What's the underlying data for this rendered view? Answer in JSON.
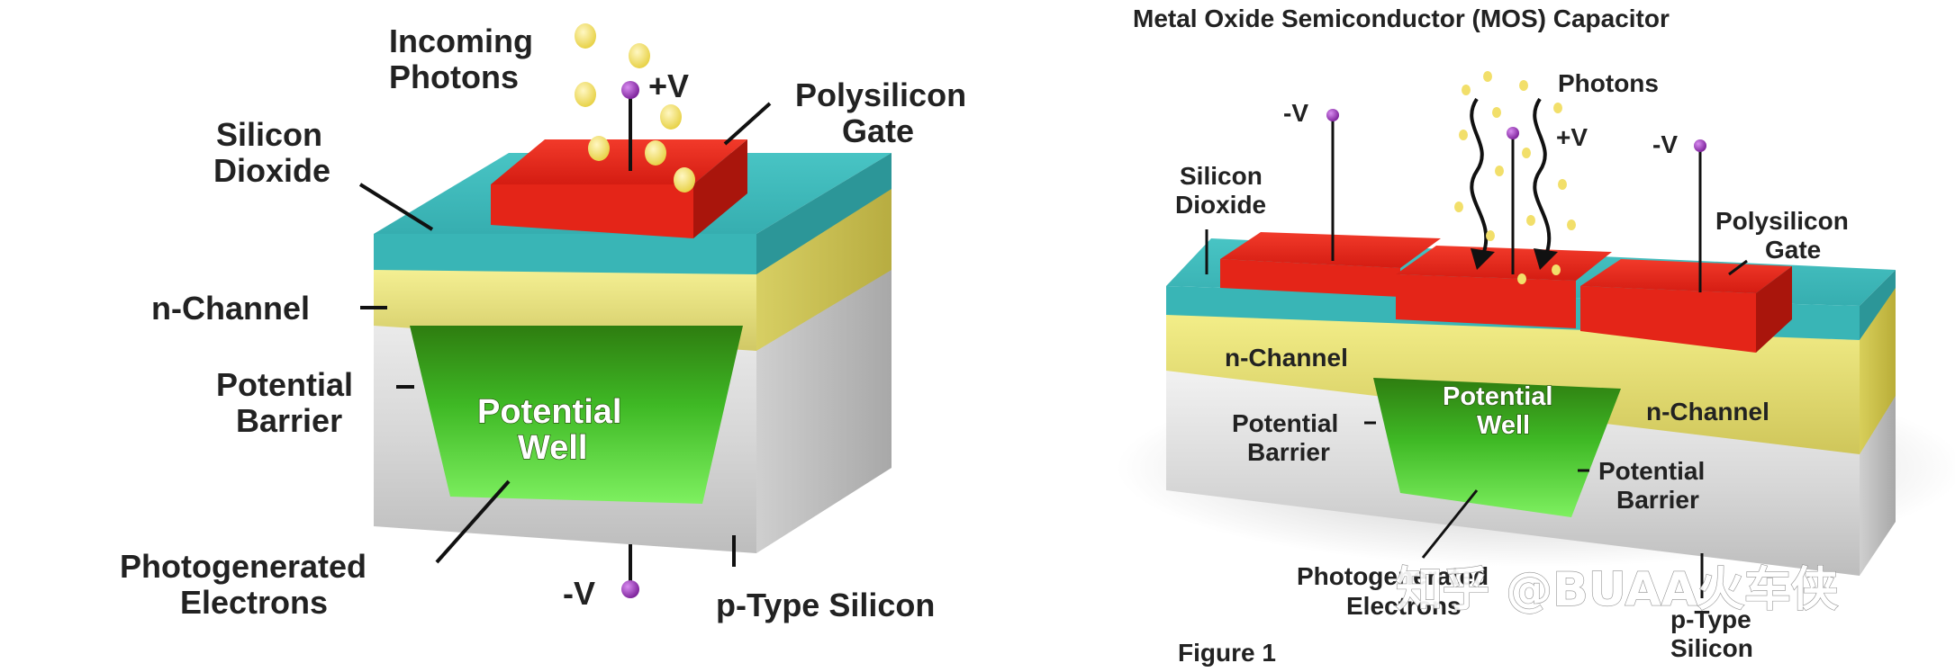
{
  "left_diagram": {
    "labels": {
      "incoming_photons_1": "Incoming",
      "incoming_photons_2": "Photons",
      "plus_v": "+V",
      "polysilicon_gate_1": "Polysilicon",
      "polysilicon_gate_2": "Gate",
      "silicon_dioxide_1": "Silicon",
      "silicon_dioxide_2": "Dioxide",
      "n_channel": "n-Channel",
      "potential_barrier_1": "Potential",
      "potential_barrier_2": "Barrier",
      "potential_well_1": "Potential",
      "potential_well_2": "Well",
      "photogenerated_1": "Photogenerated",
      "photogenerated_2": "Electrons",
      "minus_v": "-V",
      "p_type_silicon": "p-Type Silicon"
    }
  },
  "right_diagram": {
    "labels": {
      "title": "Metal Oxide Semiconductor (MOS) Capacitor",
      "photons": "Photons",
      "plus_v": "+V",
      "minus_v_left": "-V",
      "minus_v_right": "-V",
      "silicon_dioxide_1": "Silicon",
      "silicon_dioxide_2": "Dioxide",
      "polysilicon_gate_1": "Polysilicon",
      "polysilicon_gate_2": "Gate",
      "n_channel_left": "n-Channel",
      "n_channel_right": "n-Channel",
      "potential_barrier_left_1": "Potential",
      "potential_barrier_left_2": "Barrier",
      "potential_barrier_right_1": "Potential",
      "potential_barrier_right_2": "Barrier",
      "potential_well_1": "Potential",
      "potential_well_2": "Well",
      "photogenerated_1": "Photogenerated",
      "photogenerated_2": "Electrons",
      "p_type_1": "p-Type",
      "p_type_2": "Silicon",
      "figure": "Figure 1"
    }
  },
  "watermark": "知乎 @BUAA火车侠",
  "colors": {
    "gate_red": "#e8231a",
    "oxide_cyan": "#3fbfbf",
    "channel_yellow": "#e0dc7a",
    "substrate_gray": "#d9d9d9",
    "well_green": "#3cc02a",
    "photon_yellow": "#f2df6a",
    "terminal_purple": "#8b2aa8"
  }
}
